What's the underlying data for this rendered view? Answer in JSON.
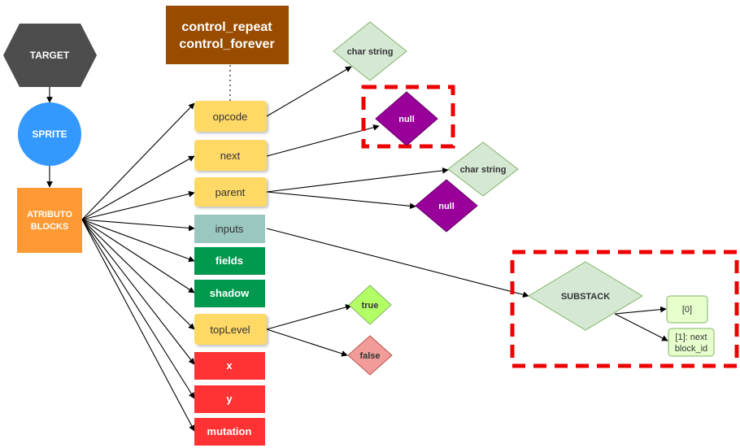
{
  "nodes": {
    "target": {
      "label": "TARGET",
      "fill": "#4d4d4d"
    },
    "sprite": {
      "label": "SPRITE",
      "fill": "#3399ff"
    },
    "atributo": {
      "line1": "ATRIBUTO",
      "line2": "BLOCKS",
      "fill": "#ff9933"
    },
    "control": {
      "line1": "control_repeat",
      "line2": "control_forever",
      "fill": "#994c00"
    },
    "opcode": {
      "label": "opcode"
    },
    "next": {
      "label": "next"
    },
    "parent": {
      "label": "parent"
    },
    "inputs": {
      "label": "inputs"
    },
    "fields": {
      "label": "fields"
    },
    "shadow": {
      "label": "shadow"
    },
    "toplevel": {
      "label": "topLevel"
    },
    "x": {
      "label": "x"
    },
    "y": {
      "label": "y"
    },
    "mutation": {
      "label": "mutation"
    },
    "char_string_1": {
      "label": "char string"
    },
    "null_1": {
      "label": "null"
    },
    "char_string_2": {
      "label": "char string"
    },
    "null_2": {
      "label": "null"
    },
    "substack": {
      "label": "SUBSTACK"
    },
    "idx0": {
      "label": "[0]"
    },
    "idx1": {
      "line1": "[1]: next",
      "line2": "block_id"
    },
    "true": {
      "label": "true"
    },
    "false": {
      "label": "false"
    }
  },
  "colors": {
    "yellow": "#ffd966",
    "teal": "#9ac7bf",
    "green": "#00994d",
    "red": "#ff3333",
    "lightgreen": "#d5e8d4",
    "purple": "#990099",
    "brightgreen": "#b3ff66",
    "pink": "#f19c99",
    "highlight": "#ee0000"
  }
}
